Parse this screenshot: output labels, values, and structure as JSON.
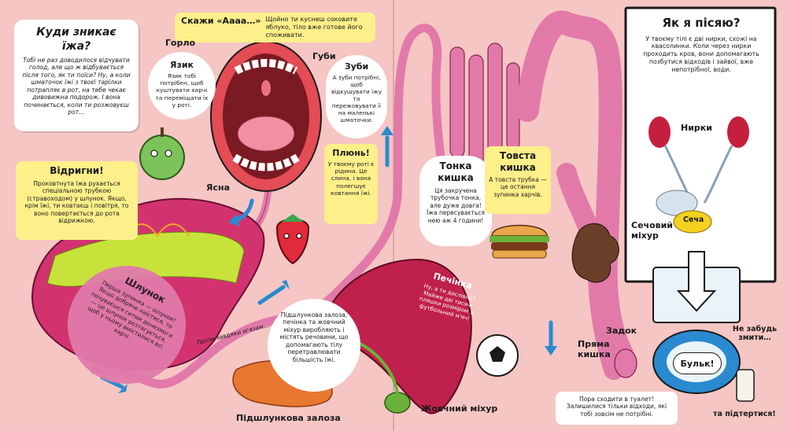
{
  "colors": {
    "page_bg": "#f5c6c3",
    "intestine": "#e27aa9",
    "stomach": "#c8286a",
    "liver": "#b31d46",
    "kidney": "#c51f3e",
    "yellow_box": "#fdf08a",
    "border_dark": "#1a1a1a",
    "arrow_blue": "#2a8ad0"
  },
  "intro": {
    "title": "Куди зникає їжа?",
    "text": "Тобі не раз доводилося відчувати голод, але що ж відбувається після того, як ти поїси? Ну, а коли шматочок їжі з твоєї тарілки потрапляє в рот, на тебе чекає дивовижна подорож. І вона починається, коли ти розжовуєш рот…"
  },
  "say": {
    "title": "Скажи «Аааа…»",
    "text": "Щойно ти куснеш соковите яблуко, тіло вже готове його споживати."
  },
  "mouth": {
    "throat": "Горло",
    "lips": "Губи",
    "gums": "Ясна",
    "tongue_title": "Язик",
    "tongue_text": "Язик тобі потрібен, щоб куштувати харчі та переміщати їх у роті.",
    "teeth_title": "Зуби",
    "teeth_text": "А зуби потрібні, щоб відкушувати їжу та пережовувати її на маленькі шматочки.",
    "spit_title": "Плюнь!",
    "spit_text": "У твоєму роті є рідина. Це слина, і вона полегшує ковтання їжі."
  },
  "burp": {
    "title": "Відригни!",
    "text": "Проковтнута їжа рухається спеціальною трубкою (стравоходом) у шлунок. Якщо, крім їжі, ти ковтаєш і повітря, то воно повертається до рота відрижкою."
  },
  "stomach": {
    "label": "Шлунок",
    "text": "Перша зупинка — шлунок! Якщо добряче наїстися, то почуваєшся ситим донезмоги — це шлунок розтягується, щоб у ньому вмістилися всі харчі."
  },
  "muscles_note": "Потім завдяки м'язам…",
  "pancreas_note": {
    "text": "Підшлункова залоза, печінка та жовчний міхур виробляють і містять речовини, що допомагають тілу перетравлювати більшість їжі."
  },
  "pancreas_label": "Підшлункова залоза",
  "gallbladder_label": "Жовчний міхур",
  "liver": {
    "label": "Печінка",
    "under_text": "Ну, а ти дослівно? Майже дві тисячі пляшки розміром з футбольний м'яч!"
  },
  "small_intestine": {
    "title": "Тонка кишка",
    "text": "Ця закручена трубочка тонка, але дуже довга! Їжа пересувається нею аж 4 години!"
  },
  "large_intestine": {
    "title": "Товста кишка",
    "text": "А товста трубка — це остання зупинка харчів."
  },
  "rectum_label": "Пряма кишка",
  "anus_label": "Задок",
  "toilet_note": "Пора сходити в туалет! Залишилися тільки відходи, які тобі зовсім не потрібні.",
  "pee": {
    "title": "Як я пісяю?",
    "text": "У твоєму тілі є дві нирки, схожі на квасолинки. Коли через нирки проходить кров, вони допомагають позбутися відходів і зайвої, вже непотрібної, води.",
    "kidneys": "Нирки",
    "bladder": "Сечовий міхур",
    "urine": "Сеча"
  },
  "toilet": {
    "flush": "Бульк!",
    "remember": "Не забудь змити…",
    "and_wipe": "та підтертися!"
  }
}
